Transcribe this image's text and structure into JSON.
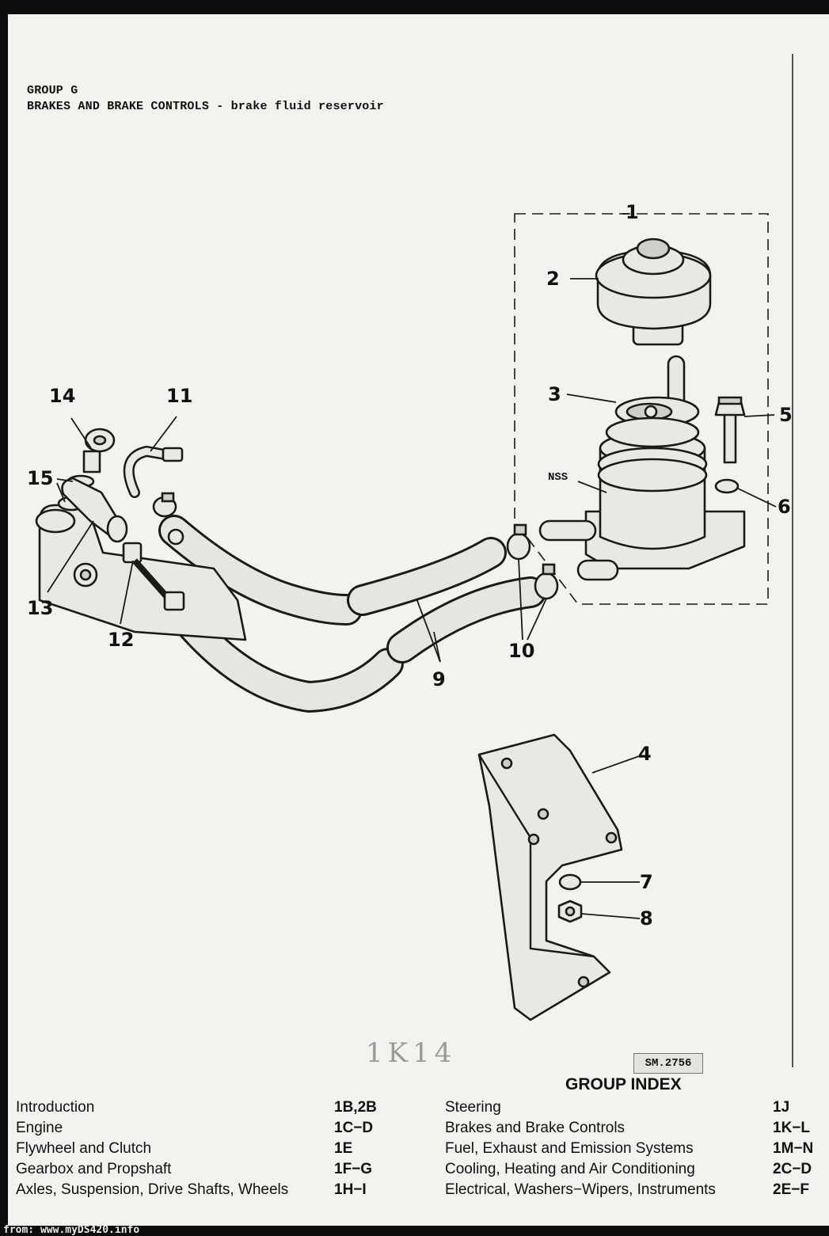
{
  "header": {
    "group": "GROUP G",
    "title": "BRAKES AND BRAKE CONTROLS - brake fluid reservoir"
  },
  "diagram": {
    "callouts": [
      "1",
      "2",
      "3",
      "4",
      "5",
      "6",
      "7",
      "8",
      "9",
      "10",
      "11",
      "12",
      "13",
      "14",
      "15"
    ],
    "nss_label": "NSS",
    "reference_code": "SM.2756",
    "handwritten_note": "1K14"
  },
  "group_index": {
    "title": "GROUP INDEX",
    "left": [
      {
        "label": "Introduction",
        "code": "1B,2B"
      },
      {
        "label": "Engine",
        "code": "1C−D"
      },
      {
        "label": "Flywheel and Clutch",
        "code": "1E"
      },
      {
        "label": "Gearbox and Propshaft",
        "code": "1F−G"
      },
      {
        "label": "Axles, Suspension, Drive Shafts, Wheels",
        "code": "1H−I"
      }
    ],
    "right": [
      {
        "label": "Steering",
        "code": "1J"
      },
      {
        "label": "Brakes and Brake Controls",
        "code": "1K−L"
      },
      {
        "label": "Fuel, Exhaust and Emission Systems",
        "code": "1M−N"
      },
      {
        "label": "Cooling, Heating and Air Conditioning",
        "code": "2C−D"
      },
      {
        "label": "Electrical, Washers−Wipers, Instruments",
        "code": "2E−F"
      }
    ]
  },
  "footer": {
    "source": "from: www.myDS420.info"
  }
}
